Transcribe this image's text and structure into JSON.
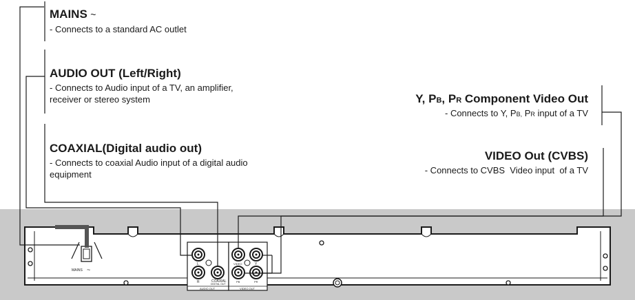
{
  "mains": {
    "title": "MAINS",
    "symbol": "~",
    "desc": "- Connects to a standard AC outlet"
  },
  "audio_out": {
    "title": "AUDIO OUT (Left/Right)",
    "desc_line1": "- Connects to Audio input of a TV, an amplifier,",
    "desc_line2": "receiver or stereo system"
  },
  "coaxial": {
    "title": "COAXIAL(Digital audio out)",
    "desc_line1": "- Connects to coaxial Audio input of a digital audio",
    "desc_line2": "equipment"
  },
  "component": {
    "title_y": "Y, P",
    "title_b": "B",
    "title_sep": ", P",
    "title_r": "R",
    "title_rest": " Component Video Out",
    "desc_prefix": "- Connects to Y, P",
    "desc_b": "B,",
    "desc_mid": " P",
    "desc_r": "R",
    "desc_suffix": " input of a TV"
  },
  "video_out": {
    "title": "VIDEO Out (CVBS)",
    "desc": "- Connects to CVBS  Video input  of a TV"
  },
  "panel": {
    "mains_label": "MAINS",
    "mains_symbol": "~",
    "audio_out_label": "AUDIO OUT",
    "video_out_label": "VIDEO OUT",
    "coaxial_label": "COAXIAL",
    "digital_out_label": "DIGITAL OUT",
    "jack_l": "L",
    "jack_r": "R",
    "jack_video": "VIDEO",
    "jack_y": "Y",
    "jack_pb": "PB",
    "jack_pr": "PR"
  },
  "colors": {
    "background_band": "#c9c9c9",
    "panel_fill": "#ffffff",
    "line": "#1a1a1a"
  }
}
